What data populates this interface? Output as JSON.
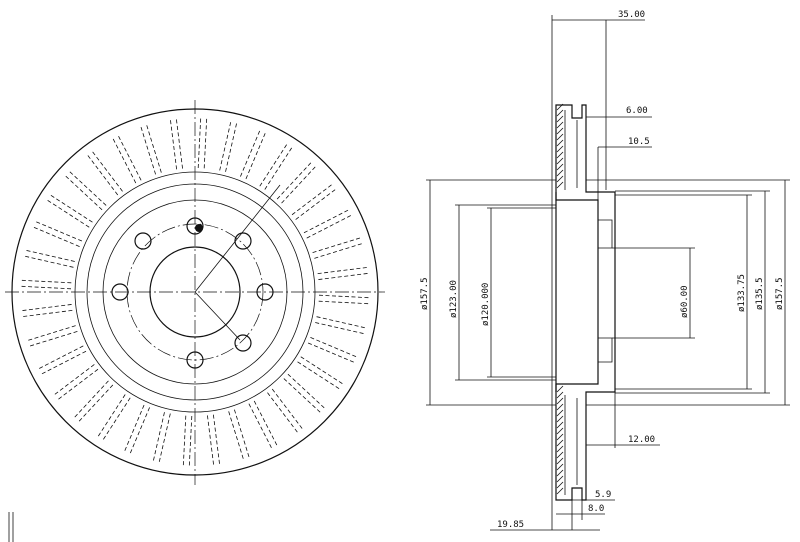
{
  "front_view": {
    "vent_count": 36
  },
  "section_view": {
    "dimensions": {
      "width_top": "35.00",
      "hat_depth": "6.00",
      "offset": "10.5",
      "d_outer_left": "ø157.5",
      "d_123": "ø123.00",
      "d_120": "ø120.000",
      "d_bore": "ø60.00",
      "d_133": "ø133.75",
      "d_135": "ø135.5",
      "d_outer_right": "ø157.5",
      "plate_thk": "12.00",
      "groove_a": "5.9",
      "groove_b": "8.0",
      "bottom_left": "19.85"
    }
  }
}
